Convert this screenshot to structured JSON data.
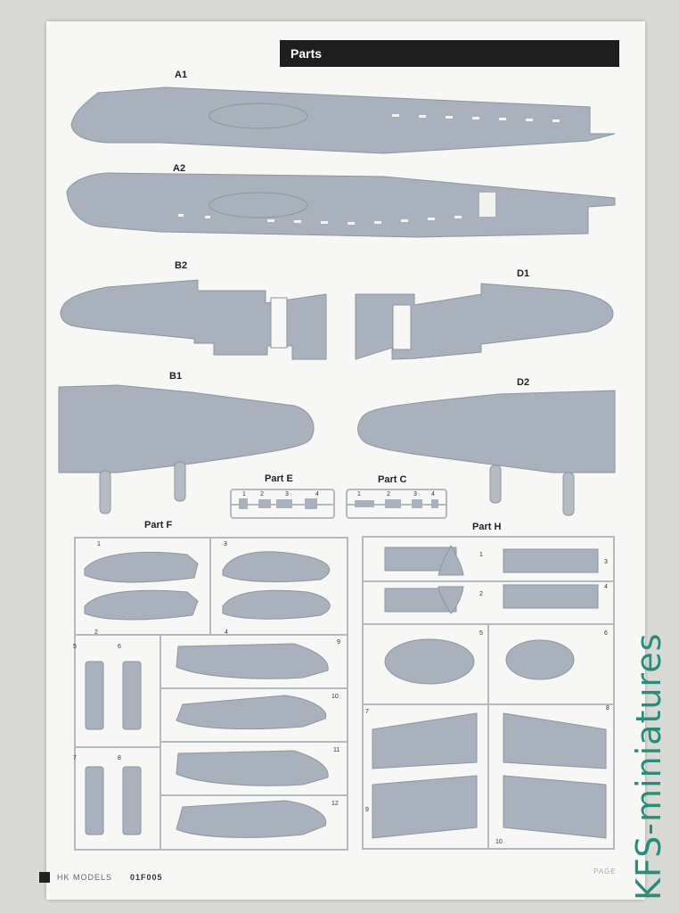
{
  "header": {
    "title": "Parts"
  },
  "labels": {
    "a1": "A1",
    "a2": "A2",
    "b2": "B2",
    "d1": "D1",
    "b1": "B1",
    "d2": "D2",
    "part_e": "Part E",
    "part_c": "Part C",
    "part_f": "Part F",
    "part_h": "Part H"
  },
  "sprue_e_numbers": [
    "1",
    "2",
    "3",
    "4"
  ],
  "sprue_c_numbers": [
    "1",
    "2",
    "3",
    "4"
  ],
  "sprue_f_numbers": [
    "1",
    "2",
    "3",
    "4",
    "5",
    "6",
    "7",
    "8",
    "9",
    "10",
    "11",
    "12"
  ],
  "sprue_h_numbers": [
    "1",
    "2",
    "3",
    "4",
    "5",
    "6",
    "7",
    "8",
    "9",
    "10"
  ],
  "footer": {
    "brand": "HK MODELS",
    "code": "01F005",
    "page": "PAGE"
  },
  "watermark": "KFS-miniatures",
  "colors": {
    "part_fill": "#a9b2bc",
    "part_stroke": "#8d96a0",
    "sprue": "#b3bac2",
    "bar": "#1e1e1e",
    "watermark": "#2b8c7a"
  }
}
